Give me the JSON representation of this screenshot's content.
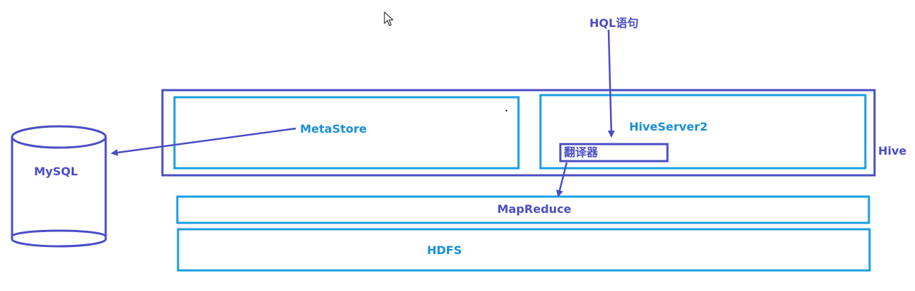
{
  "diagram": {
    "hql_label": "HQL语句",
    "hive_label": "Hive",
    "metastore_label": "MetaStore",
    "hiveserver2_label": "HiveServer2",
    "translator_label": "翻译器",
    "mapreduce_label": "MapReduce",
    "hdfs_label": "HDFS",
    "mysql_label": "MySQL"
  },
  "colors": {
    "outline_indigo": "#4a4ec4",
    "outline_cyan": "#1a9ee0",
    "text_cyan": "#1a8fd6",
    "background": "#ffffff"
  },
  "icons": {
    "cursor": "mouse-pointer-icon"
  }
}
